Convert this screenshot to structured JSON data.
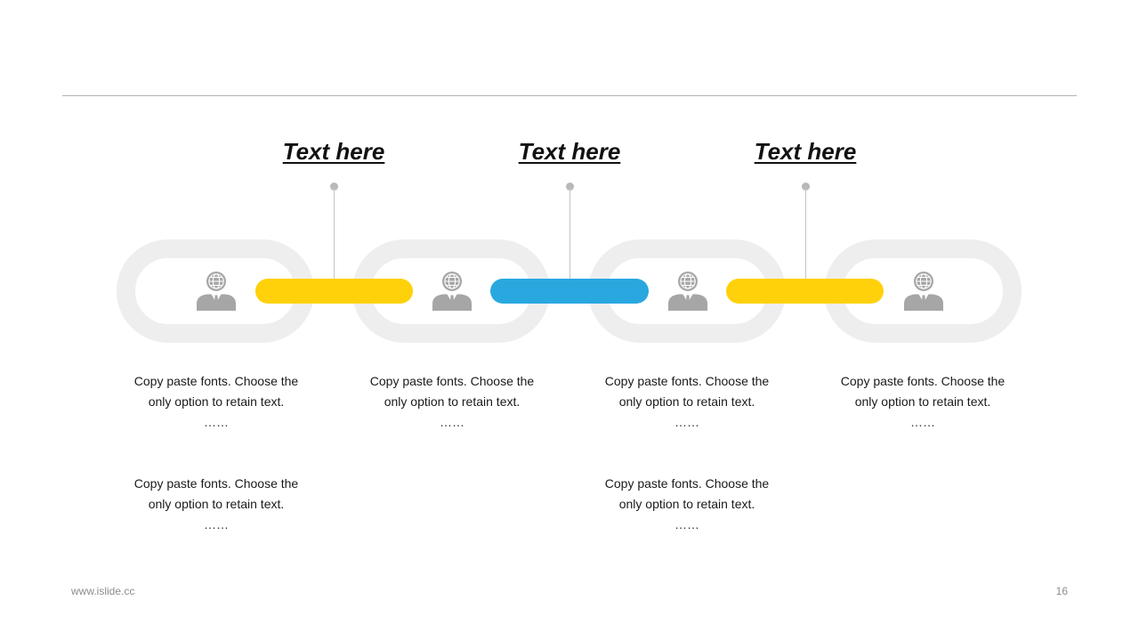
{
  "headings": [
    "Text here",
    "Text here",
    "Text here"
  ],
  "description_blocks": [
    {
      "line1": "Copy paste fonts. Choose the",
      "line2": "only option to retain text.",
      "ellipsis": "……"
    },
    {
      "line1": "Copy paste fonts. Choose the",
      "line2": "only option to retain text.",
      "ellipsis": "……"
    },
    {
      "line1": "Copy paste fonts. Choose the",
      "line2": "only option to retain text.",
      "ellipsis": "……"
    },
    {
      "line1": "Copy paste fonts. Choose the",
      "line2": "only option to retain text.",
      "ellipsis": "……"
    },
    {
      "line1": "Copy paste fonts. Choose the",
      "line2": "only option to retain text.",
      "ellipsis": "……"
    },
    {
      "line1": "Copy paste fonts. Choose the",
      "line2": "only option to retain text.",
      "ellipsis": "……"
    }
  ],
  "footer": {
    "url": "www.islide.cc",
    "page_number": "16"
  },
  "icons": {
    "person": "businessman-globe-icon"
  },
  "colors": {
    "yellow": "#FFD10A",
    "blue": "#29A8E0",
    "ring": "#EEEEEE",
    "icon": "#A6A6A6"
  }
}
